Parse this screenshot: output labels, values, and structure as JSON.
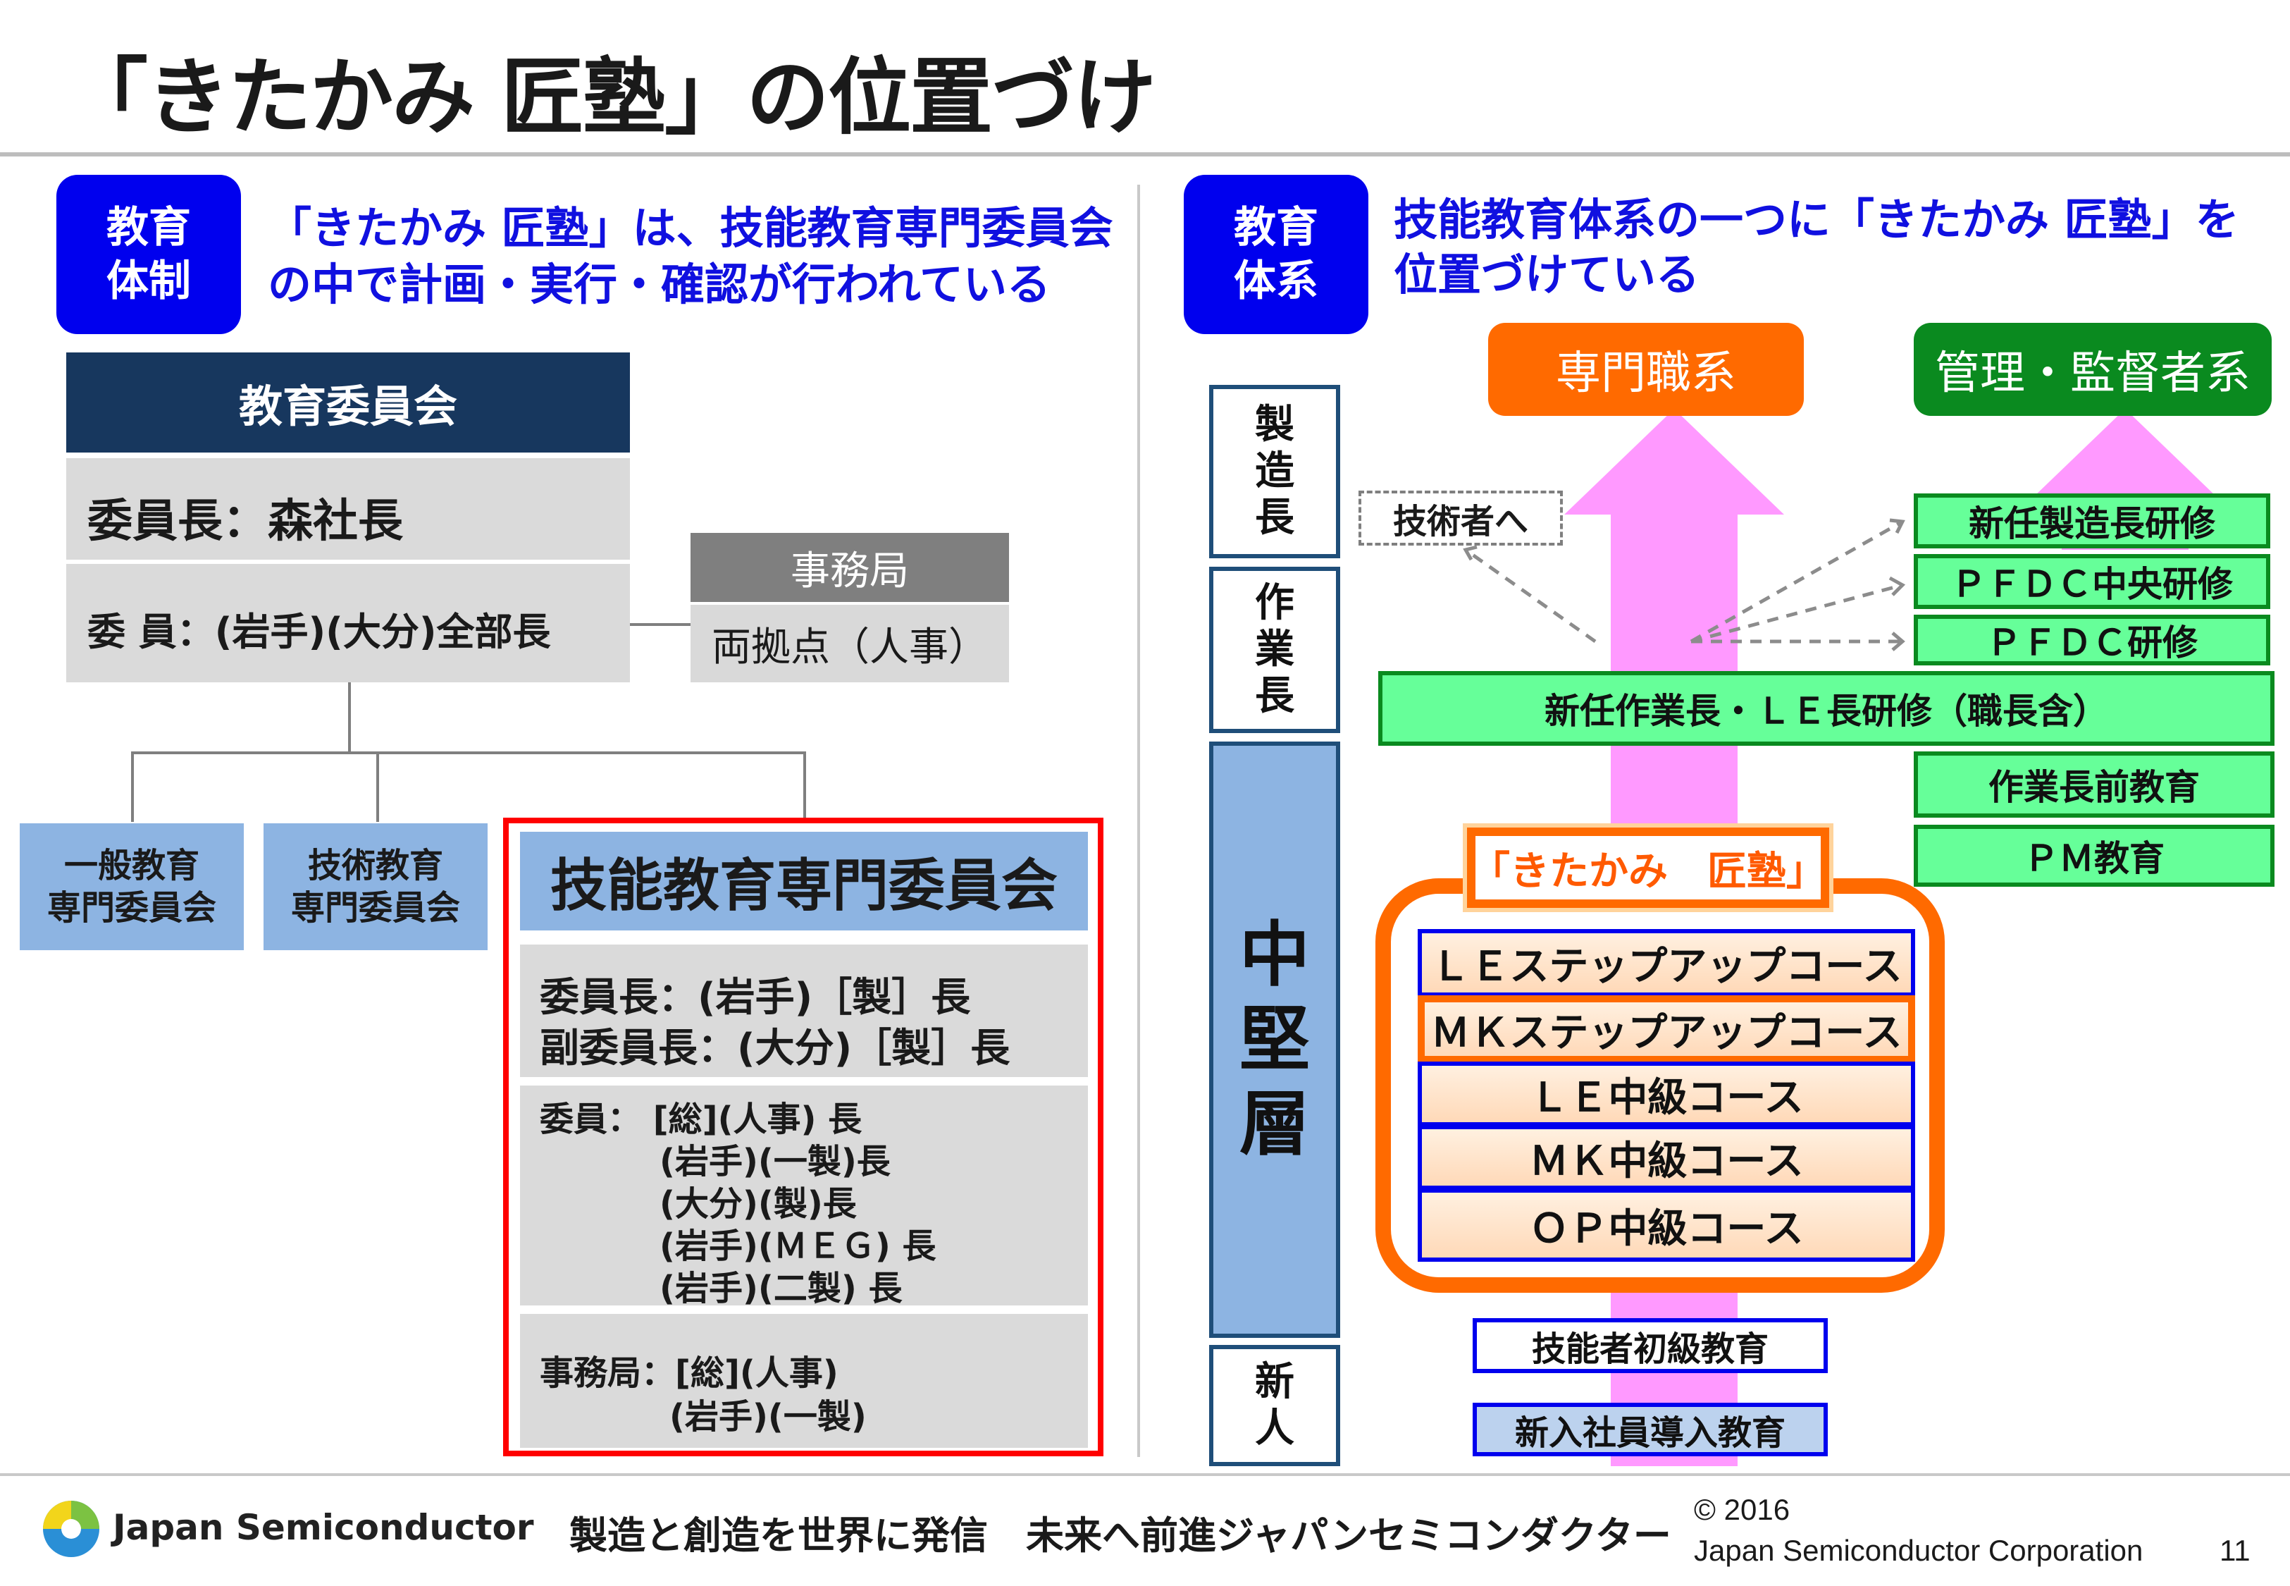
{
  "title": "「きたかみ 匠塾」の位置づけ",
  "left": {
    "tag": [
      "教育",
      "体制"
    ],
    "lead": [
      "「きたかみ 匠塾」は、技能教育専門委員会",
      "の中で計画・実行・確認が行われている"
    ],
    "committee_header": "教育委員会",
    "chair": "委員長：森社長",
    "members": "委 員：(岩手)(大分)全部長",
    "jimukyoku_header": "事務局",
    "jimukyoku_body": "両拠点（人事）",
    "sub_committees": [
      [
        "一般教育",
        "専門委員会"
      ],
      [
        "技術教育",
        "専門委員会"
      ]
    ],
    "skill_committee": {
      "title": "技能教育専門委員会",
      "chairs": [
        "委員長：(岩手)［製］長",
        "副委員長：(大分)［製］長"
      ],
      "members": [
        "委員： [総](人事) 長",
        "(岩手)(一製)長",
        "(大分)(製)長",
        "(岩手)(ＭＥＧ) 長",
        "(岩手)(二製) 長"
      ],
      "office": [
        "事務局：[総](人事)",
        "(岩手)(一製)"
      ]
    }
  },
  "right": {
    "tag": [
      "教育",
      "体系"
    ],
    "lead": [
      "技能教育体系の一つに「きたかみ 匠塾」を",
      "位置づけている"
    ],
    "levels": [
      [
        "製",
        "造",
        "長"
      ],
      [
        "作",
        "業",
        "長"
      ],
      [
        "中",
        "堅",
        "層"
      ],
      [
        "新",
        "人"
      ]
    ],
    "track_specialist": "専門職系",
    "track_manager": "管理・監督者系",
    "to_engineer": "技術者へ",
    "manager_courses": [
      "新任製造長研修",
      "ＰＦＤＣ中央研修",
      "ＰＦＤＣ研修"
    ],
    "wide_course": "新任作業長・ＬＥ長研修（職長含）",
    "pre_courses": [
      "作業長前教育",
      "ＰＭ教育"
    ],
    "juku_label": "「きたかみ　匠塾」",
    "juku_courses": [
      "ＬＥステップアップコース",
      "ＭＫステップアップコース",
      "ＬＥ中級コース",
      "ＭＫ中級コース",
      "ＯＰ中級コース"
    ],
    "entry_courses": [
      "技能者初級教育",
      "新入社員導入教育"
    ]
  },
  "footer": {
    "company": "Japan Semiconductor",
    "slogan": "製造と創造を世界に発信　未来へ前進ジャパンセミコンダクター",
    "copyright": "© 2016",
    "corp": "Japan Semiconductor Corporation",
    "page": "11"
  },
  "colors": {
    "tag_blue": "#0000ee",
    "navy": "#17375e",
    "light_blue": "#8db4e2",
    "orange": "#ff6a00",
    "green": "#0a8a1f",
    "mint": "#66ff99",
    "pink_arrow": "#ff99ff",
    "highlight_red": "#ff0000"
  }
}
